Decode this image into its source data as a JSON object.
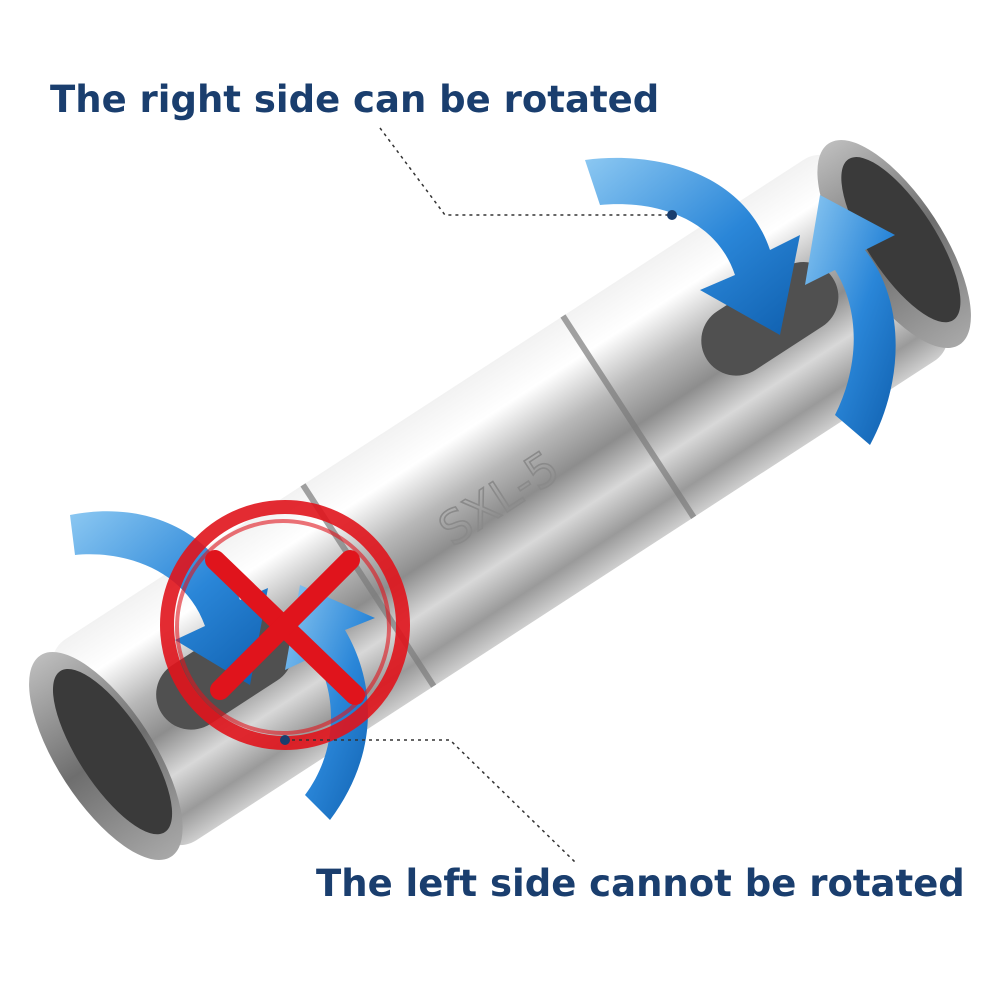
{
  "captions": {
    "right": "The right side can be rotated",
    "left": "The left side cannot be rotated"
  },
  "product": {
    "engraving": "SXL-5"
  },
  "colors": {
    "caption_text": "#1a3e6e",
    "arrow_blue": "#1f7fd6",
    "cross_red": "#e0141c",
    "leader_line": "#333333"
  },
  "icons": {
    "rotate_arrows": "curved-rotation-arrow-icon",
    "forbidden": "red-circle-x-icon"
  }
}
